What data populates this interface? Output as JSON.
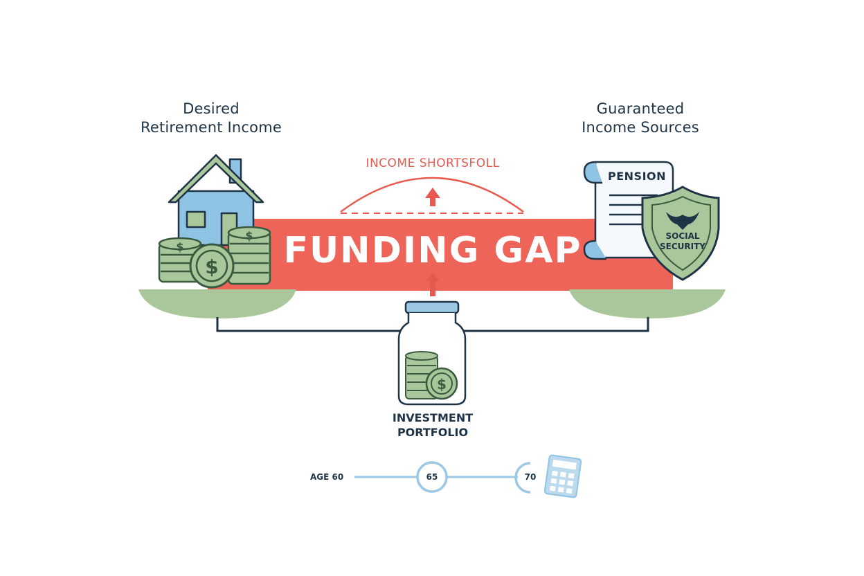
{
  "left_heading": {
    "line1": "Desired",
    "line2": "Retirement Income"
  },
  "right_heading": {
    "line1": "Guaranteed",
    "line2": "Income Sources"
  },
  "shortfall_label": "INCOME SHORTSFOLL",
  "gap_label": "FUNDING GAP",
  "pension_label": "PENSION",
  "social_security": {
    "line1": "SOCIAL",
    "line2": "SECURITY"
  },
  "portfolio_label": {
    "line1": "INVESTMENT",
    "line2": "PORTFOLIO"
  },
  "timeline": {
    "start": "AGE 60",
    "mid": "65",
    "end": "70"
  },
  "colors": {
    "gap_red": "#ee6459",
    "money_green": "#a9c79a",
    "money_stroke": "#3a5a40",
    "house_blue": "#8ec3e3",
    "outline_navy": "#1f3347",
    "accent_blue": "#9cc8e6"
  },
  "icons": [
    "house-icon",
    "coin-stack-icon",
    "dollar-coin-icon",
    "jar-icon",
    "pension-scroll-icon",
    "shield-eagle-icon",
    "calculator-icon"
  ]
}
